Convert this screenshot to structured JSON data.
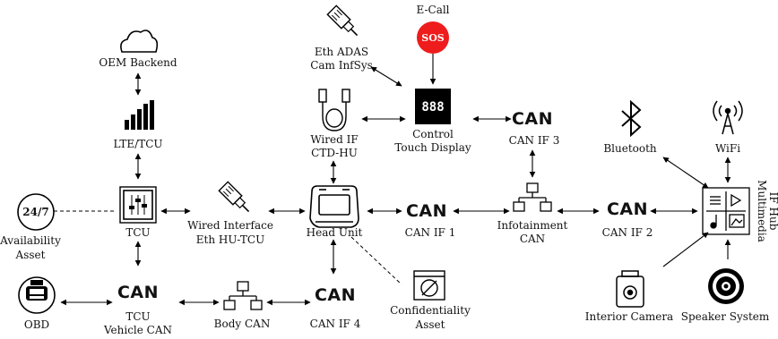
{
  "nodes": {
    "oem_backend": "OEM Backend",
    "lte_tcu": "LTE/TCU",
    "tcu": "TCU",
    "availability": [
      "Availability",
      "Asset"
    ],
    "availability_badge": "24/7",
    "wired_eth_hu_tcu": [
      "Wired Interface",
      "Eth HU-TCU"
    ],
    "eth_adas": [
      "Eth ADAS",
      "Cam InfSys"
    ],
    "wired_ctd_hu": [
      "Wired IF",
      "CTD-HU"
    ],
    "ecall": "E-Call",
    "sos_badge": "SOS",
    "control_touch": [
      "Control",
      "Touch Display"
    ],
    "head_unit": "Head Unit",
    "can_if_1": "CAN IF 1",
    "can_if_2": "CAN IF 2",
    "can_if_3": "CAN IF 3",
    "can_if_4": "CAN IF 4",
    "infotainment_can": [
      "Infotainment",
      "CAN"
    ],
    "bluetooth": "Bluetooth",
    "wifi": "WiFi",
    "multimedia_hub": [
      "Multimedia",
      "IF Hub"
    ],
    "interior_camera": "Interior Camera",
    "speaker_system": "Speaker System",
    "obd": "OBD",
    "tcu_vehicle_can": [
      "TCU",
      "Vehicle CAN"
    ],
    "body_can": "Body CAN",
    "confidentiality": [
      "Confidentiality",
      "Asset"
    ],
    "can_logo": "CAN",
    "display_digits": "888"
  }
}
